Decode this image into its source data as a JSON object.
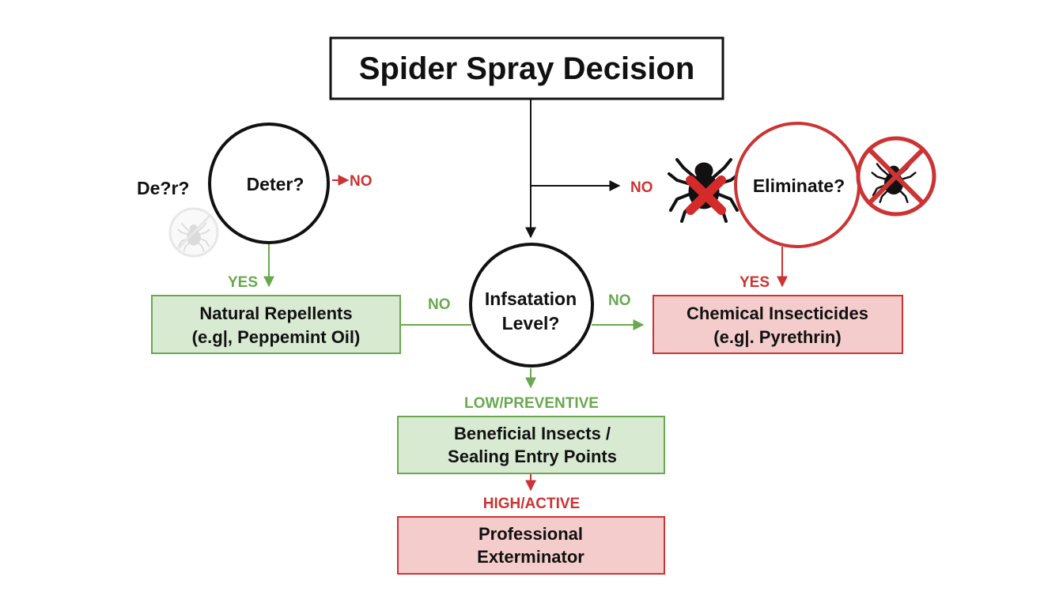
{
  "title": "Spider Spray Decision",
  "colors": {
    "green": "#6aa84f",
    "green_fill": "#d9ead3",
    "red": "#cc3333",
    "red_fill": "#f4cccc",
    "black": "#111111"
  },
  "nodes": {
    "deter": {
      "label": "Deter?",
      "side_label": "De?r?"
    },
    "eliminate": {
      "label": "Eliminate?"
    },
    "infestation": {
      "line1": "Infsatation",
      "line2": "Level?"
    },
    "natural": {
      "line1": "Natural Repellents",
      "line2": "(e.g|, Peppemint Oil)"
    },
    "chemical": {
      "line1": "Chemical Insecticides",
      "line2": "(e.g|. Pyrethrin)"
    },
    "beneficial": {
      "line1": "Beneficial Insects /",
      "line2": "Sealing Entry Points"
    },
    "professional": {
      "line1": "Professional",
      "line2": "Exterminator"
    }
  },
  "edge_labels": {
    "deter_no": "NO",
    "deter_yes": "YES",
    "title_no": "NO",
    "eliminate_yes": "YES",
    "infest_left_no": "NO",
    "infest_right_no": "NO",
    "low": "LOW/PREVENTIVE",
    "high": "HIGH/ACTIVE"
  },
  "icons": [
    "spider-icon",
    "red-x-icon",
    "prohibited-spider-icon",
    "faded-spider-icon"
  ]
}
